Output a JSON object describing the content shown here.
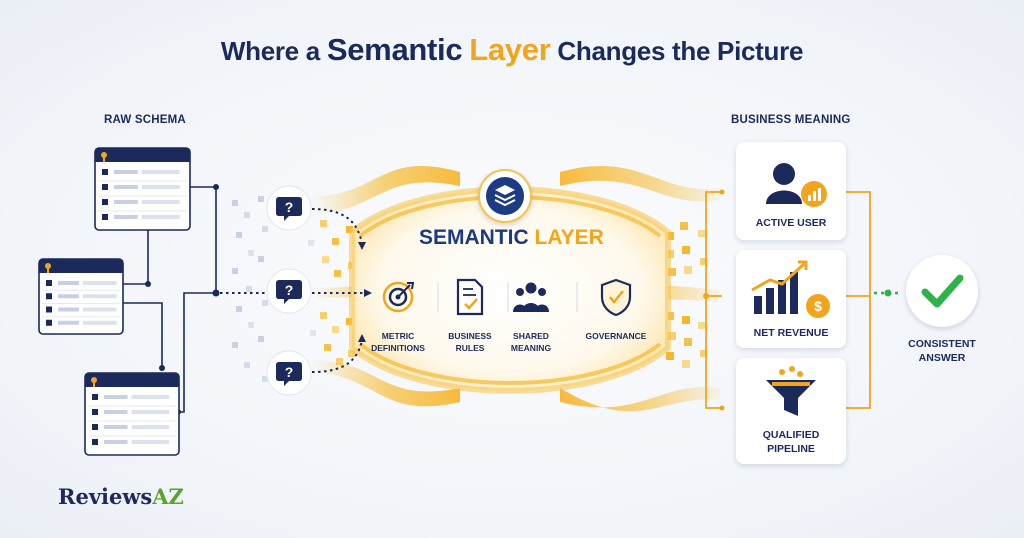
{
  "title": {
    "part1": "Where a",
    "part2": "Semantic",
    "part3": "Layer",
    "part4": "Changes the Picture"
  },
  "raw_schema": {
    "label": "RAW SCHEMA"
  },
  "semantic_layer": {
    "title_part1": "SEMANTIC",
    "title_part2": "LAYER",
    "components": [
      {
        "line1": "METRIC",
        "line2": "DEFINITIONS"
      },
      {
        "line1": "BUSINESS",
        "line2": "RULES"
      },
      {
        "line1": "SHARED",
        "line2": "MEANING"
      },
      {
        "line1": "GOVERNANCE",
        "line2": ""
      }
    ]
  },
  "business_meaning": {
    "label": "BUSINESS MEANING",
    "cards": [
      {
        "line1": "ACTIVE USER",
        "line2": ""
      },
      {
        "line1": "NET REVENUE",
        "line2": ""
      },
      {
        "line1": "QUALIFIED",
        "line2": "PIPELINE"
      }
    ]
  },
  "answer": {
    "line1": "CONSISTENT",
    "line2": "ANSWER"
  },
  "question_glyph": "?",
  "dollar_glyph": "$",
  "logo": {
    "part1": "Reviews",
    "part2": "AZ"
  },
  "colors": {
    "navy": "#1b2a5a",
    "accent": "#f2a51c",
    "green": "#2fb24a",
    "blue": "#1b3a82"
  }
}
